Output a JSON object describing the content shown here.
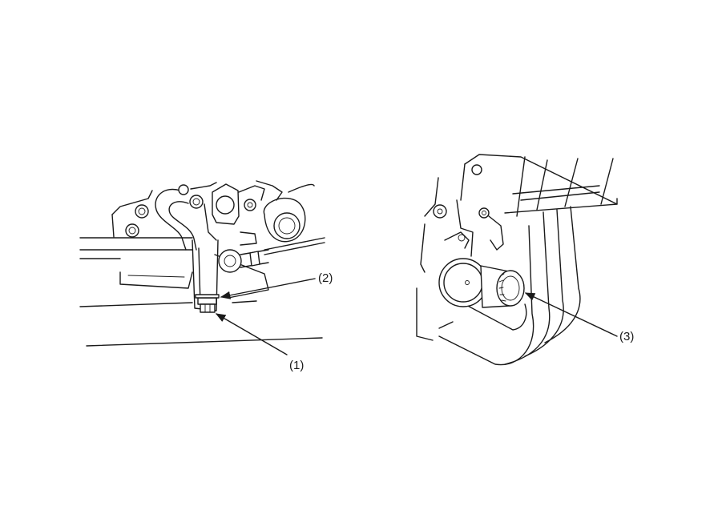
{
  "callouts": [
    {
      "id": "1",
      "text": "(1)"
    },
    {
      "id": "2",
      "text": "(2)"
    },
    {
      "id": "3",
      "text": "(3)"
    }
  ],
  "colors": {
    "line": "#1a1a1a",
    "background": "#ffffff"
  }
}
